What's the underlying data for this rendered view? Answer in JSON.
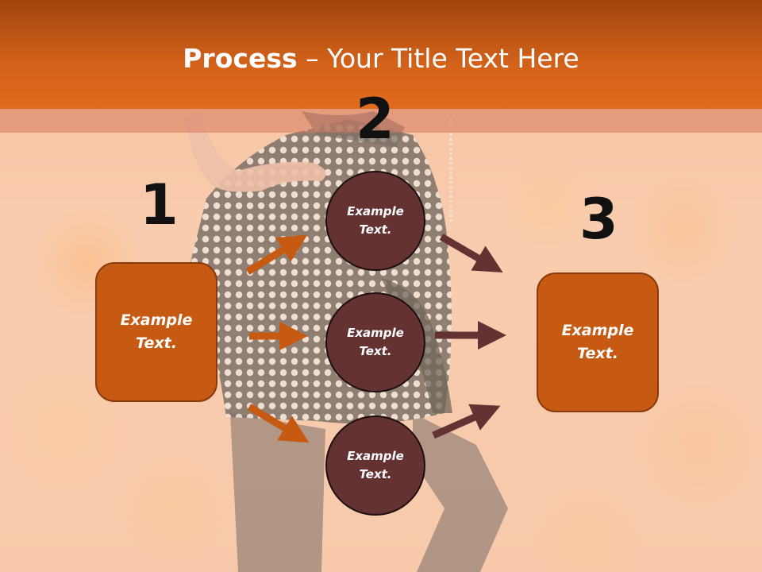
{
  "header": {
    "title_bold": "Process",
    "title_rest": " – Your Title Text Here"
  },
  "steps": {
    "num_1": "1",
    "num_2": "2",
    "num_3": "3"
  },
  "left_box": {
    "label": "Example\nText."
  },
  "circles": [
    {
      "label": "Example\nText."
    },
    {
      "label": "Example\nText."
    },
    {
      "label": "Example\nText."
    }
  ],
  "right_box": {
    "label": "Example\nText."
  },
  "colors": {
    "header": "#d4621a",
    "box_fill": "#c65a12",
    "circle_fill": "#643232",
    "arrow_orange": "#c65a12",
    "arrow_brown": "#643232"
  }
}
